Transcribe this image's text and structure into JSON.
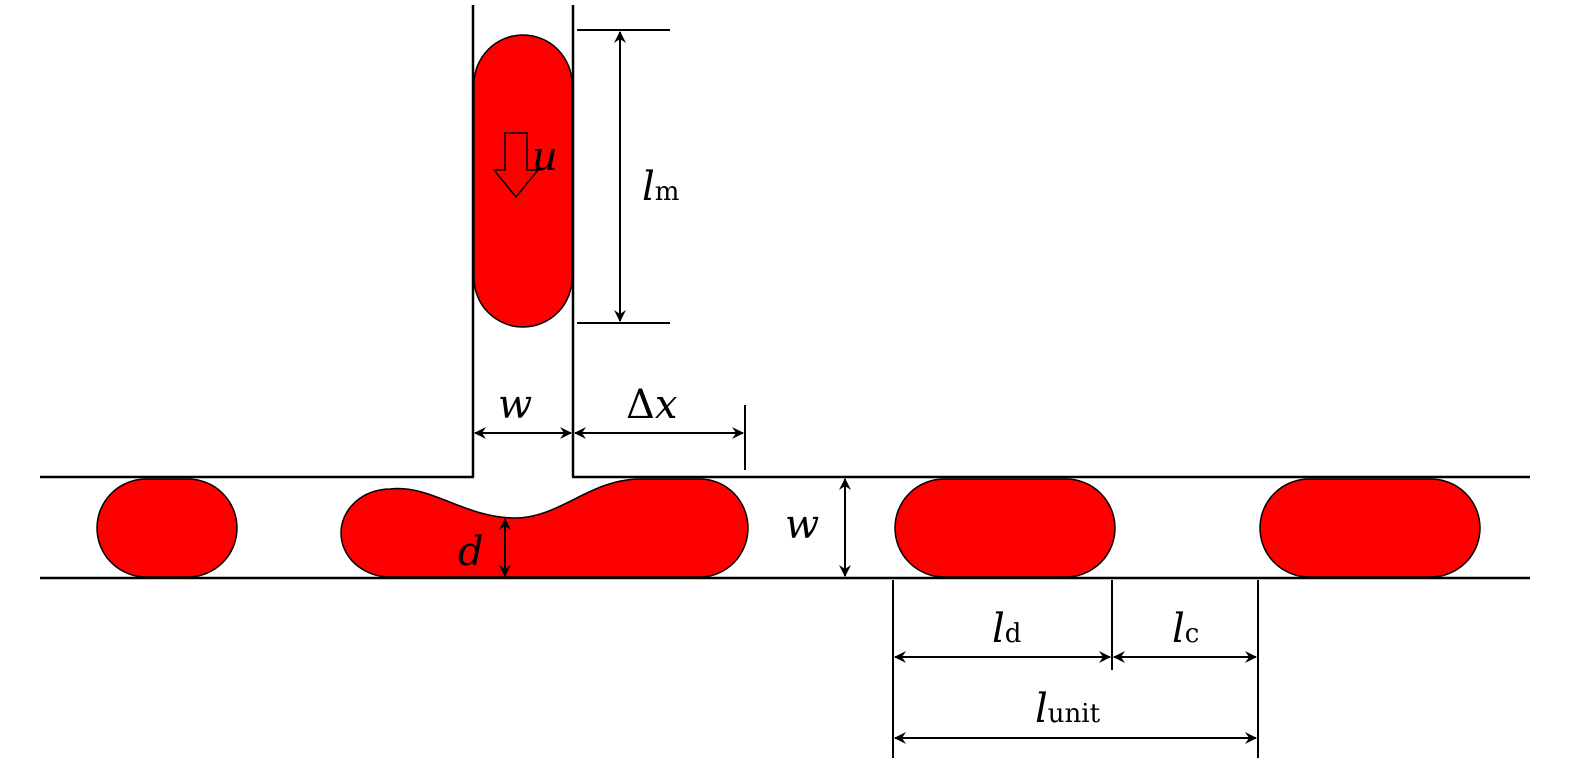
{
  "diagram": {
    "title": "Droplet formation at T-junction microchannel",
    "colors": {
      "droplet": "#ff0000",
      "line": "#000000"
    },
    "labels": {
      "velocity": "u",
      "lm_main": "l",
      "lm_sub": "m",
      "width_inlet": "w",
      "delta_x_sym": "Δ",
      "delta_x_var": "x",
      "neck": "d",
      "width_main": "w",
      "ld_main": "l",
      "ld_sub": "d",
      "lc_main": "l",
      "lc_sub": "c",
      "lunit_main": "l",
      "lunit_sub": "unit"
    }
  }
}
